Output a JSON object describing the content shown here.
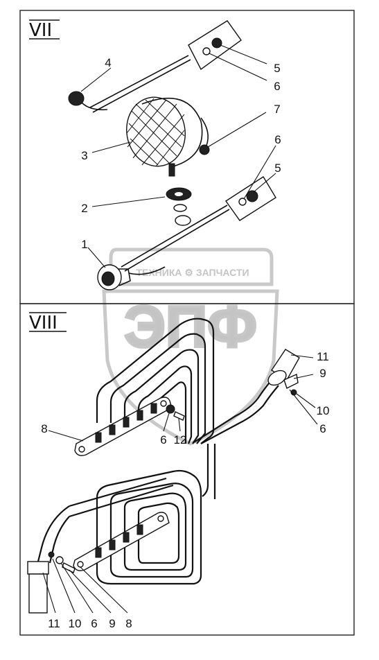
{
  "panels": {
    "top": {
      "label": "VII"
    },
    "bottom": {
      "label": "VIII"
    }
  },
  "watermark": {
    "line": "ТЕХНИКА ⚙ ЗАПЧАСТИ",
    "logo": "ЭПФ"
  },
  "callouts_top": [
    "4",
    "5",
    "6",
    "7",
    "3",
    "6",
    "5",
    "2",
    "1"
  ],
  "callouts_bottom": [
    "11",
    "9",
    "8",
    "6",
    "12",
    "10",
    "6",
    "11",
    "10",
    "6",
    "9",
    "8"
  ]
}
